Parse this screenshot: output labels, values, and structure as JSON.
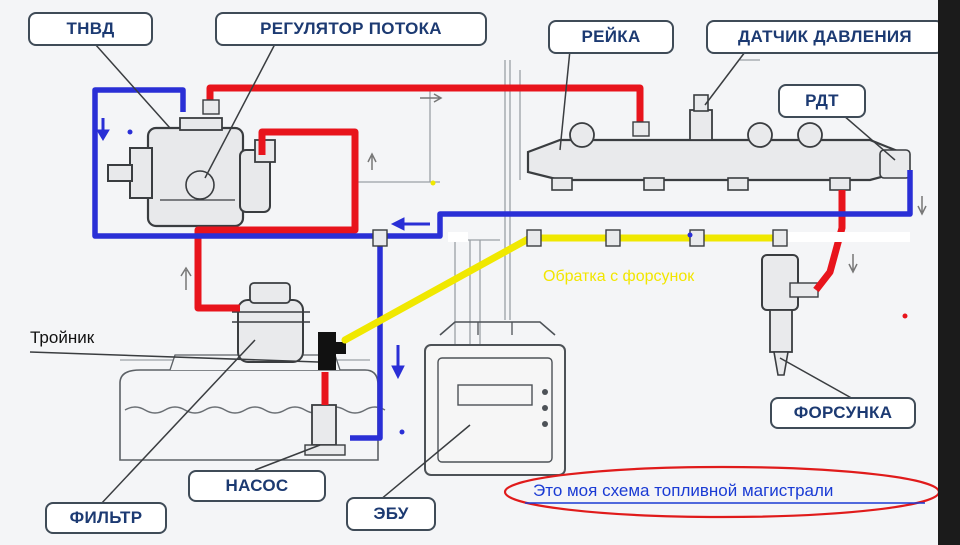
{
  "labels": {
    "tnvd": "ТНВД",
    "flow_regulator": "РЕГУЛЯТОР ПОТОКА",
    "rail": "РЕЙКА",
    "pressure_sensor": "ДАТЧИК ДАВЛЕНИЯ",
    "rdt": "РДТ",
    "injector": "ФОРСУНКА",
    "tee": "Тройник",
    "pump": "НАСОС",
    "filter": "ФИЛЬТР",
    "ecu": "ЭБУ"
  },
  "notes": {
    "injector_return": "Обратка с форсунок",
    "author_caption": "Это моя схема топливной магистрали"
  },
  "colors": {
    "high_pressure": "#e8141c",
    "return_line": "#2a2fd6",
    "injector_return": "#f0e800",
    "label_text": "#1c3a72",
    "caption_ellipse": "#e01b1b"
  }
}
